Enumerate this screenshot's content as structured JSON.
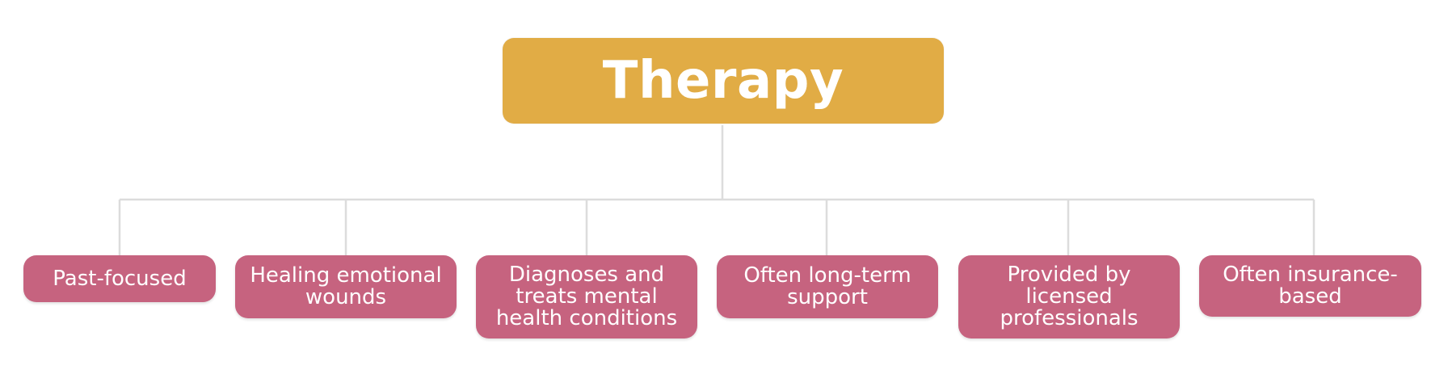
{
  "root": {
    "label": "Therapy",
    "color": "#e1ac45"
  },
  "leaf_color": "#c6637f",
  "connector_color": "#dcdcdc",
  "leaves": [
    {
      "label": "Past-focused"
    },
    {
      "label": "Healing emotional wounds"
    },
    {
      "label": "Diagnoses and treats mental health conditions"
    },
    {
      "label": "Often long-term support"
    },
    {
      "label": "Provided by licensed professionals"
    },
    {
      "label": "Often insurance-based"
    }
  ]
}
